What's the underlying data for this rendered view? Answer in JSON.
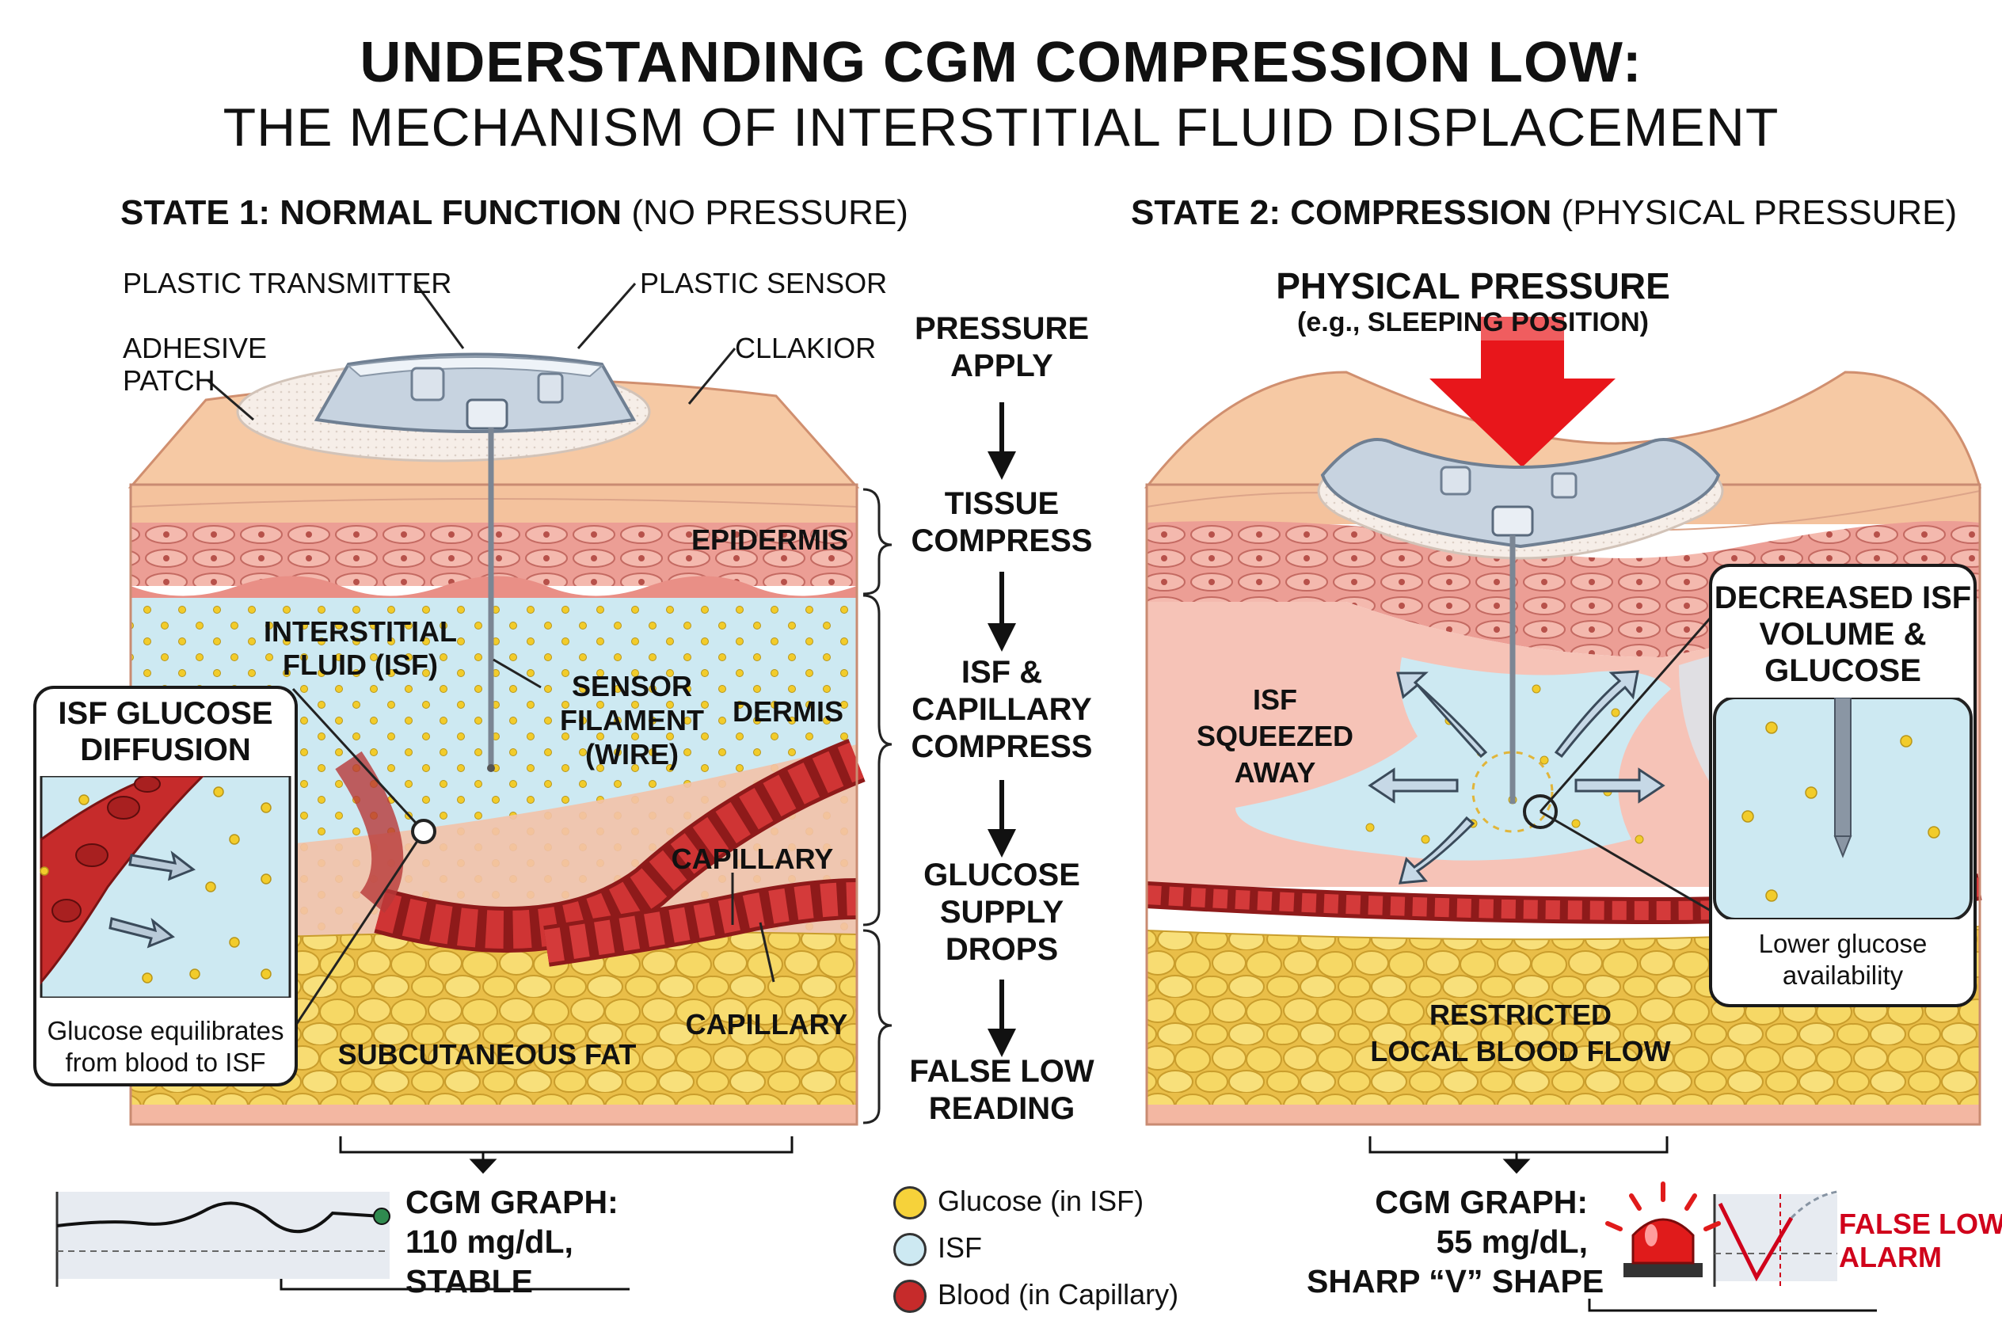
{
  "title": {
    "line1": "UNDERSTANDING CGM COMPRESSION LOW:",
    "line2": "THE MECHANISM OF INTERSTITIAL FLUID DISPLACEMENT"
  },
  "state1": {
    "heading_bold": "STATE 1: NORMAL FUNCTION",
    "heading_light": "(NO PRESSURE)",
    "labels": {
      "plastic_transmitter": "PLASTIC TRANSMITTER",
      "plastic_sensor": "PLASTIC SENSOR",
      "adhesive_patch_1": "ADHESIVE",
      "adhesive_patch_2": "PATCH",
      "cllakior": "CLLAKIOR",
      "epidermis": "EPIDERMIS",
      "isf_1": "INTERSTITIAL",
      "isf_2": "FLUID (ISF)",
      "sensor_1": "SENSOR",
      "sensor_2": "FILAMENT",
      "sensor_3": "(WIRE)",
      "dermis": "DERMIS",
      "capillary_1": "CAPILLARY",
      "capillary_2": "CAPILLARY",
      "subcutaneous_fat": "SUBCUTANEOUS FAT"
    },
    "inset": {
      "title_1": "ISF GLUCOSE",
      "title_2": "DIFFUSION",
      "caption_1": "Glucose equilibrates",
      "caption_2": "from blood to ISF"
    },
    "graph": {
      "line1": "CGM GRAPH:",
      "line2": "110 mg/dL,",
      "line3": "STABLE"
    }
  },
  "flow_steps": [
    {
      "l1": "PRESSURE",
      "l2": "APPLY"
    },
    {
      "l1": "TISSUE",
      "l2": "COMPRESS"
    },
    {
      "l1": "ISF &",
      "l2": "CAPILLARY",
      "l3": "COMPRESS"
    },
    {
      "l1": "GLUCOSE",
      "l2": "SUPPLY",
      "l3": "DROPS"
    },
    {
      "l1": "FALSE LOW",
      "l2": "READING"
    }
  ],
  "state2": {
    "heading_bold": "STATE 2: COMPRESSION",
    "heading_light": "(PHYSICAL PRESSURE)",
    "pressure_1": "PHYSICAL PRESSURE",
    "pressure_2": "(e.g., SLEEPING POSITION)",
    "isf_squeezed_1": "ISF",
    "isf_squeezed_2": "SQUEEZED",
    "isf_squeezed_3": "AWAY",
    "restricted_1": "RESTRICTED",
    "restricted_2": "LOCAL BLOOD FLOW",
    "inset": {
      "title_1": "DECREASED ISF",
      "title_2": "VOLUME &",
      "title_3": "GLUCOSE",
      "caption_1": "Lower glucose",
      "caption_2": "availability"
    },
    "graph": {
      "line1": "CGM GRAPH:",
      "line2": "55 mg/dL,",
      "line3": "SHARP “V” SHAPE",
      "alarm_1": "FALSE LOW",
      "alarm_2": "ALARM"
    }
  },
  "legend": [
    {
      "label": "Glucose (in ISF)",
      "color": "#f6d23a"
    },
    {
      "label": "ISF",
      "color": "#cde9f2"
    },
    {
      "label": "Blood (in Capillary)",
      "color": "#c62b2b"
    }
  ],
  "colors": {
    "skin": "#f6c9a4",
    "epidermis": "#e9a08d",
    "isf": "#cde9f2",
    "blood": "#c62b2b",
    "fat": "#f7db6e",
    "pressure_arrow": "#e8161b",
    "alarm_red": "#d0021b"
  }
}
